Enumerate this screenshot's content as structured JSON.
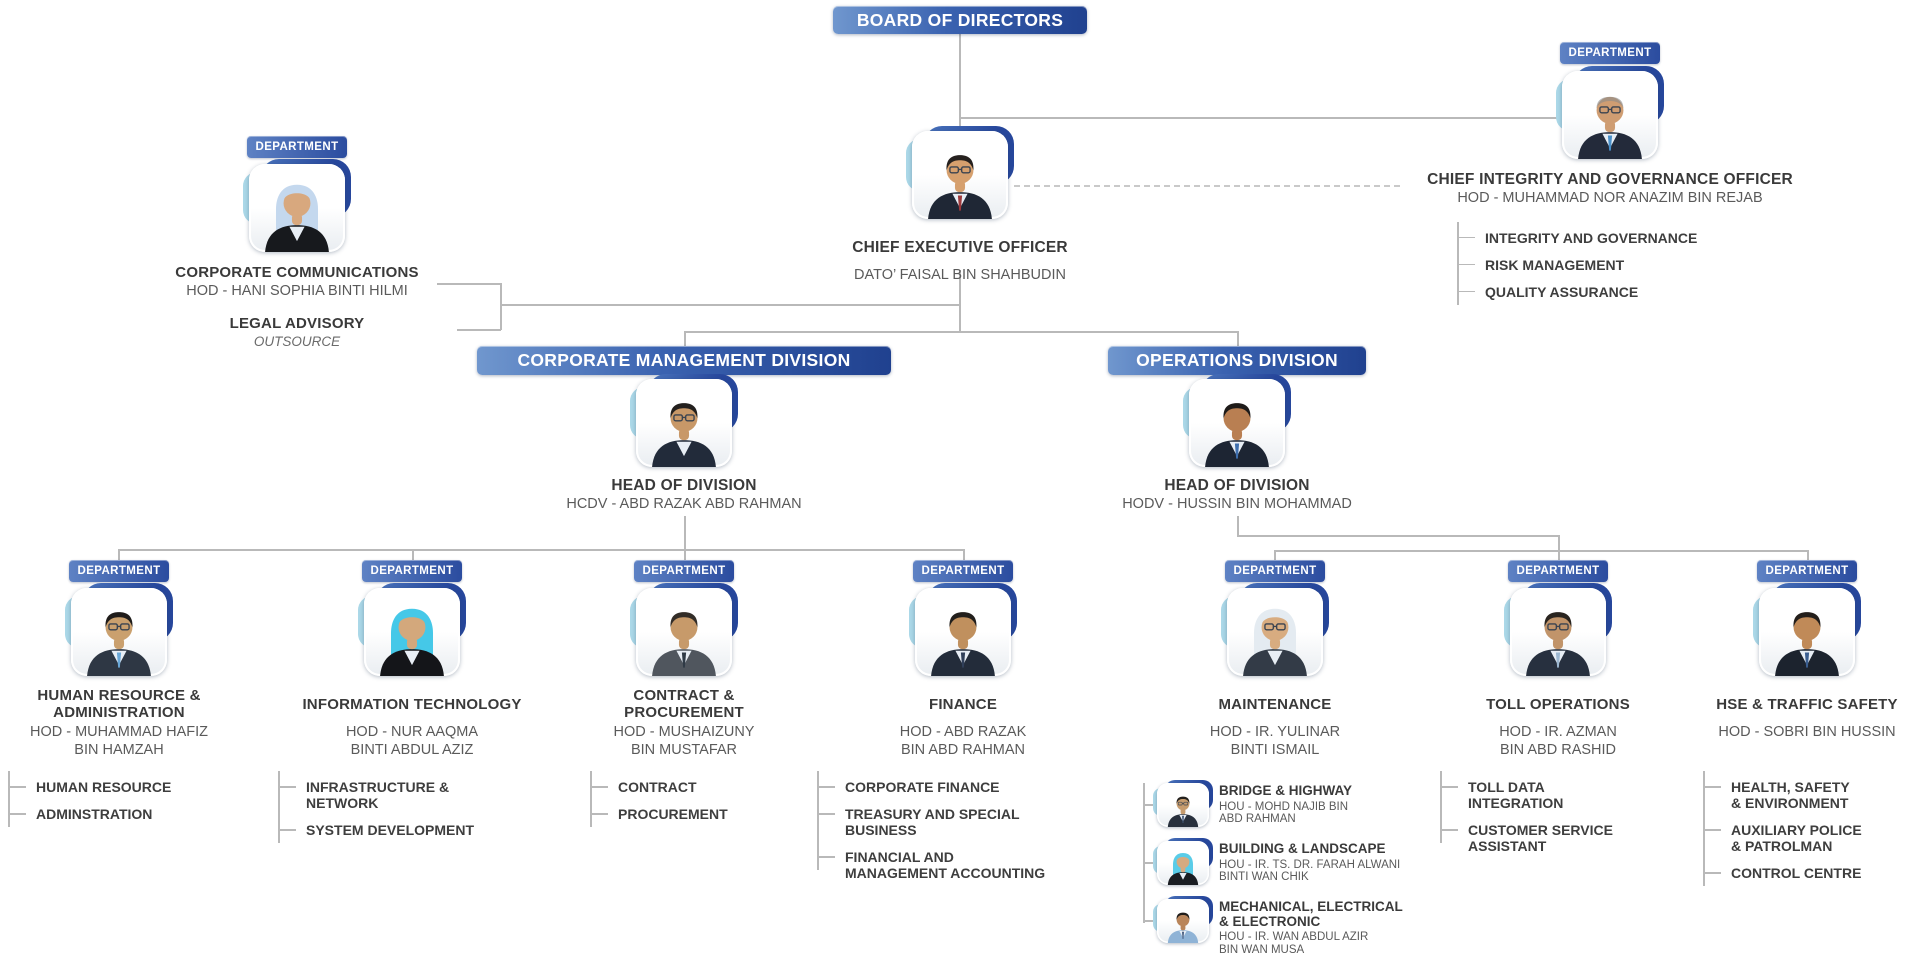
{
  "palette": {
    "banner_start": "#7097ce",
    "banner_end": "#20418f",
    "badge_start": "#5e82c4",
    "badge_end": "#2b4c9f",
    "line": "#b9b9b9",
    "frame_dark": "#27479c",
    "frame_light": "#abd8e8"
  },
  "board": {
    "label": "BOARD OF DIRECTORS"
  },
  "ceo": {
    "title": "CHIEF EXECUTIVE OFFICER",
    "name": "DATO’ FAISAL BIN SHAHBUDIN",
    "avatar": {
      "skin": "#d6a06e",
      "style": "hair",
      "hair": "#26211f",
      "suit": "#1f2735",
      "tie": "#9e3a3c",
      "glasses": true
    }
  },
  "integrity": {
    "badge": "DEPARTMENT",
    "title": "CHIEF INTEGRITY AND GOVERNANCE OFFICER",
    "hod": "HOD - MUHAMMAD NOR ANAZIM BIN REJAB",
    "units": [
      "INTEGRITY AND GOVERNANCE",
      "RISK MANAGEMENT",
      "QUALITY ASSURANCE"
    ],
    "avatar": {
      "skin": "#cf9d72",
      "style": "bald",
      "hair": "#8b8b8b",
      "suit": "#232a3a",
      "tie": "#4a90c9",
      "glasses": true
    }
  },
  "corporate_communications": {
    "badge": "DEPARTMENT",
    "title": "CORPORATE COMMUNICATIONS",
    "hod": "HOD - HANI SOPHIA  BINTI HILMI",
    "avatar": {
      "skin": "#d8a87e",
      "style": "hijab",
      "hair": "#c4d8ee",
      "suit": "#17191d",
      "tie": null,
      "glasses": false
    }
  },
  "legal_advisory": {
    "title": "LEGAL ADVISORY",
    "note": "OUTSOURCE"
  },
  "corporate_division": {
    "banner": "CORPORATE MANAGEMENT DIVISION",
    "head": {
      "title": "HEAD OF DIVISION",
      "name": "HCDV - ABD RAZAK ABD RAHMAN",
      "avatar": {
        "skin": "#c89868",
        "style": "hair",
        "hair": "#23201e",
        "suit": "#222b3a",
        "tie": null,
        "glasses": true
      }
    },
    "departments": [
      {
        "badge": "DEPARTMENT",
        "title": [
          "HUMAN RESOURCE &",
          "ADMINISTRATION"
        ],
        "hod": [
          "HOD - MUHAMMAD HAFIZ",
          "BIN HAMZAH"
        ],
        "units": [
          [
            "HUMAN RESOURCE"
          ],
          [
            "ADMINSTRATION"
          ]
        ],
        "avatar": {
          "skin": "#caa06e",
          "style": "hair",
          "hair": "#1f1c1a",
          "suit": "#2e3744",
          "tie": "#6aa8d8",
          "glasses": true
        }
      },
      {
        "badge": "DEPARTMENT",
        "title": [
          "INFORMATION TECHNOLOGY"
        ],
        "hod": [
          "HOD - NUR AAQMA",
          "BINTI ABDUL AZIZ"
        ],
        "units": [
          [
            "INFRASTRUCTURE &",
            "NETWORK"
          ],
          [
            "SYSTEM DEVELOPMENT"
          ]
        ],
        "avatar": {
          "skin": "#d3a87c",
          "style": "hijab",
          "hair": "#45c8e8",
          "suit": "#141519",
          "tie": null,
          "glasses": false
        }
      },
      {
        "badge": "DEPARTMENT",
        "title": [
          "CONTRACT &",
          "PROCUREMENT"
        ],
        "hod": [
          "HOD - MUSHAIZUNY",
          "BIN MUSTAFAR"
        ],
        "units": [
          [
            "CONTRACT"
          ],
          [
            "PROCUREMENT"
          ]
        ],
        "avatar": {
          "skin": "#c79a6a",
          "style": "hair",
          "hair": "#332d28",
          "suit": "#50565e",
          "tie": "#2f3a46",
          "glasses": false
        }
      },
      {
        "badge": "DEPARTMENT",
        "title": [
          "FINANCE"
        ],
        "hod": [
          "HOD - ABD RAZAK",
          "BIN ABD RAHMAN"
        ],
        "units": [
          [
            "CORPORATE FINANCE"
          ],
          [
            "TREASURY AND SPECIAL",
            "BUSINESS"
          ],
          [
            "FINANCIAL AND",
            "MANAGEMENT ACCOUNTING"
          ]
        ],
        "avatar": {
          "skin": "#c0905e",
          "style": "hair",
          "hair": "#221f1c",
          "suit": "#232c3a",
          "tie": "#31405a",
          "glasses": false
        }
      }
    ]
  },
  "operations_division": {
    "banner": "OPERATIONS DIVISION",
    "head": {
      "title": "HEAD OF DIVISION",
      "name": "HODV - HUSSIN BIN MOHAMMAD",
      "avatar": {
        "skin": "#b97f52",
        "style": "hair",
        "hair": "#1e1b19",
        "suit": "#1d2533",
        "tie": "#3f6fae",
        "glasses": false
      }
    },
    "departments": [
      {
        "badge": "DEPARTMENT",
        "title": [
          "MAINTENANCE"
        ],
        "hod": [
          "HOD - IR. YULINAR",
          "BINTI ISMAIL"
        ],
        "avatar": {
          "skin": "#d8ac80",
          "style": "hijab",
          "hair": "#e4ebf1",
          "suit": "#333b47",
          "tie": null,
          "glasses": true
        },
        "photo_units": [
          {
            "title": [
              "BRIDGE & HIGHWAY"
            ],
            "hou": [
              "HOU - MOHD NAJIB BIN",
              "ABD RAHMAN"
            ],
            "avatar": {
              "skin": "#c79c6e",
              "style": "hair",
              "hair": "#23201d",
              "suit": "#28303d",
              "tie": "#44597a",
              "glasses": true
            }
          },
          {
            "title": [
              "BUILDING & LANDSCAPE"
            ],
            "hou": [
              "HOU - IR. TS. DR. FARAH ALWANI",
              "BINTI WAN CHIK"
            ],
            "avatar": {
              "skin": "#d6aa80",
              "style": "hijab",
              "hair": "#59cce8",
              "suit": "#1a1d22",
              "tie": null,
              "glasses": false
            }
          },
          {
            "title": [
              "MECHANICAL, ELECTRICAL",
              "& ELECTRONIC"
            ],
            "hou": [
              "HOU - IR. WAN ABDUL AZIR",
              "BIN WAN MUSA"
            ],
            "avatar": {
              "skin": "#b9855a",
              "style": "hair",
              "hair": "#201d1a",
              "suit": "#8fb3d6",
              "tie": "#43597c",
              "glasses": false
            }
          }
        ]
      },
      {
        "badge": "DEPARTMENT",
        "title": [
          "TOLL OPERATIONS"
        ],
        "hod": [
          "HOD - IR. AZMAN",
          "BIN ABD RASHID"
        ],
        "units": [
          [
            "TOLL DATA",
            "INTEGRATION"
          ],
          [
            "CUSTOMER SERVICE",
            "ASSISTANT"
          ]
        ],
        "avatar": {
          "skin": "#c1946a",
          "style": "hair",
          "hair": "#2a2520",
          "suit": "#27303f",
          "tie": "#9db8d2",
          "glasses": true
        }
      },
      {
        "badge": "DEPARTMENT",
        "title": [
          "HSE & TRAFFIC SAFETY"
        ],
        "hod": [
          "HOD - SOBRI BIN HUSSIN"
        ],
        "units": [
          [
            "HEALTH, SAFETY",
            "& ENVIRONMENT"
          ],
          [
            "AUXILIARY POLICE",
            "& PATROLMAN"
          ],
          [
            "CONTROL CENTRE"
          ]
        ],
        "avatar": {
          "skin": "#c08a58",
          "style": "hair",
          "hair": "#241f1b",
          "suit": "#1c232e",
          "tie": "#3b5f91",
          "glasses": false
        }
      }
    ]
  }
}
